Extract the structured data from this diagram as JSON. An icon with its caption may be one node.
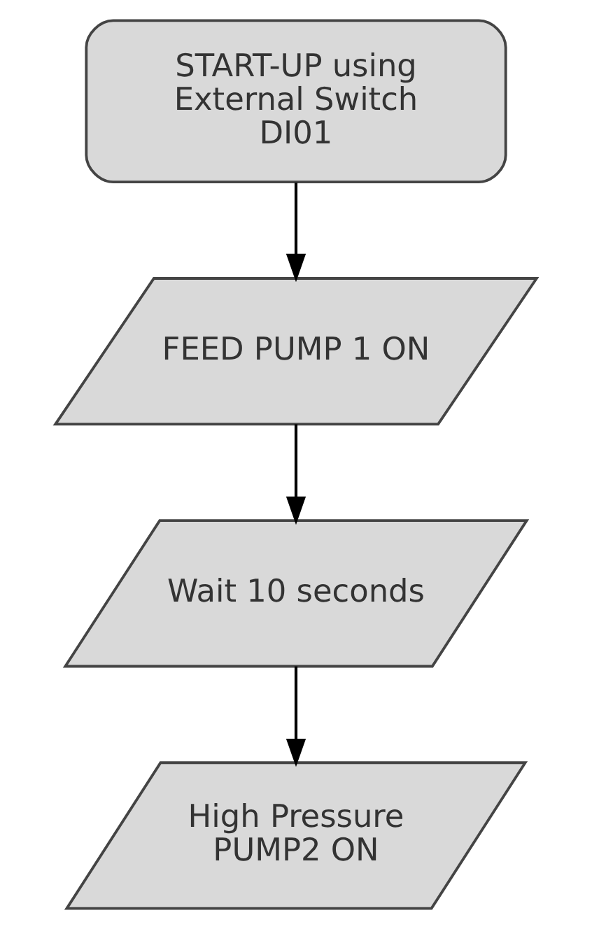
{
  "diagram": {
    "nodes": [
      {
        "text": [
          "START-UP using External Switch DI01"
        ]
      },
      {
        "text": [
          "FEED PUMP 1 ON"
        ]
      },
      {
        "text": [
          "Wait 10 seconds"
        ]
      },
      {
        "text": [
          "High Pressure PUMP2 ON"
        ]
      }
    ],
    "edges": [
      {
        "from": 0,
        "to": 1,
        "arrow": "to"
      },
      {
        "from": 1,
        "to": 2,
        "arrow": "to"
      },
      {
        "from": 2,
        "to": 3,
        "arrow": "to"
      }
    ]
  }
}
